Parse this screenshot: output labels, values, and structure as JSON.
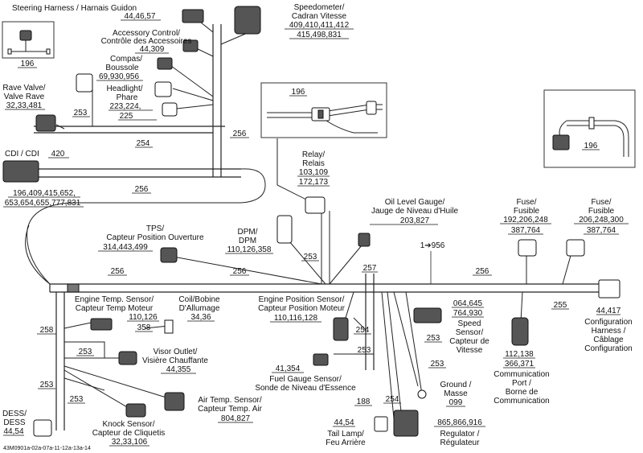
{
  "labels": {
    "steering": "Steering Harness / Harnais Guidon",
    "steering_ref": "44,46,57",
    "speedo_en": "Speedometer/",
    "speedo_fr": "Cadran Vitesse",
    "speedo_ref1": "409,410,411,412",
    "speedo_ref2": "415,498,831",
    "acc_en": "Accessory Control/",
    "acc_fr": "Contrôle des Accessoires",
    "acc_ref": "44,309",
    "inset1_ref": "196",
    "compas_en": "Compas/",
    "compas_fr": "Boussole",
    "compas_ref": "69,930,956",
    "rave_en": "Rave Valve/",
    "rave_fr": "Valve Rave",
    "rave_ref": "32,33,481",
    "head_en": "Headlight/",
    "head_fr": "Phare",
    "head_ref1": "223,224,",
    "head_ref2": "225",
    "n253a": "253",
    "n254a": "254",
    "n256a": "256",
    "cdi": "CDI / CDI",
    "cdi_num": "420",
    "cdi_ref1": "196,409,415,652,",
    "cdi_ref2": "653,654,655,777,831",
    "n256b": "256",
    "inset2_ref": "196",
    "relay_en": "Relay/",
    "relay_fr": "Relais",
    "relay_ref1": "103,109",
    "relay_ref2": "172,173",
    "inset3_ref": "196",
    "oil_en": "Oil Level Gauge/",
    "oil_fr": "Jauge de Niveau d'Huile",
    "oil_ref": "203,827",
    "fuse1_en": "Fuse/",
    "fuse1_fr": "Fusible",
    "fuse1_ref1": "192,206,248",
    "fuse1_ref2": "387,764",
    "fuse2_en": "Fuse/",
    "fuse2_fr": "Fusible",
    "fuse2_ref1": "206,248,300",
    "fuse2_ref2": "387,764",
    "tps_en": "TPS/",
    "tps_fr": "Capteur Position Ouverture",
    "tps_ref": "314,443,499",
    "dpm_en": "DPM/",
    "dpm_fr": "DPM",
    "dpm_ref": "110,126,358",
    "n253b": "253",
    "n257": "257",
    "n956": "1➔956",
    "n256c": "256",
    "n256d": "256",
    "n256e": "256",
    "n255": "255",
    "ets_en": "Engine Temp. Sensor/",
    "ets_fr": "Capteur Temp Moteur",
    "ets_ref1": "110,126",
    "ets_ref2": "358",
    "coil_en": "Coil/Bobine",
    "coil_fr": "D'Allumage",
    "coil_ref": "34,36",
    "eps_en": "Engine Position Sensor/",
    "eps_fr": "Capteur Position Moteur",
    "eps_ref": "110,116,128",
    "spd_ref1": "064,645",
    "spd_ref2": "764,930",
    "spd_en1": "Speed",
    "spd_en2": "Sensor/",
    "spd_fr1": "Capteur de",
    "spd_fr2": "Vitesse",
    "n253c": "253",
    "n254b": "254",
    "cfg_ref": "44,417",
    "cfg1": "Configuration",
    "cfg2": "Harness /",
    "cfg3": "Câblage",
    "cfg4": "Configuration",
    "n258": "258",
    "n253d": "253",
    "visor_en": "Visor Outlet/",
    "visor_fr": "Visière Chauffante",
    "visor_ref": "44,355",
    "comm_ref1": "112,138",
    "comm_ref2": "366,371",
    "comm1": "Communication",
    "comm2": "Port /",
    "comm3": "Borne de",
    "comm4": "Communication",
    "fgs_ref": "41,354",
    "fgs_en": "Fuel Gauge Sensor/",
    "fgs_fr": "Sonde de Niveau d'Essence",
    "n253e": "253",
    "n253f": "253",
    "n253g": "253",
    "ground_en": "Ground /",
    "ground_fr": "Masse",
    "ground_ref": "099",
    "ats_en": "Air Temp. Sensor/",
    "ats_fr": "Capteur Temp. Air",
    "ats_ref": "804,827",
    "n188": "188",
    "n254c": "254",
    "n253h": "253",
    "dess_en": "DESS/",
    "dess_fr": "DESS",
    "dess_ref": "44,54",
    "knock_en": "Knock Sensor/",
    "knock_fr": "Capteur de Cliquetis",
    "knock_ref": "32,33,106",
    "tail_ref": "44,54",
    "tail_en": "Tail Lamp/",
    "tail_fr": "Feu Arrière",
    "reg_ref": "865,866,916",
    "reg_en": "Regulator /",
    "reg_fr": "Régulateur",
    "footer": "43M0901a-02a-07a-11-12a-13a-14"
  }
}
